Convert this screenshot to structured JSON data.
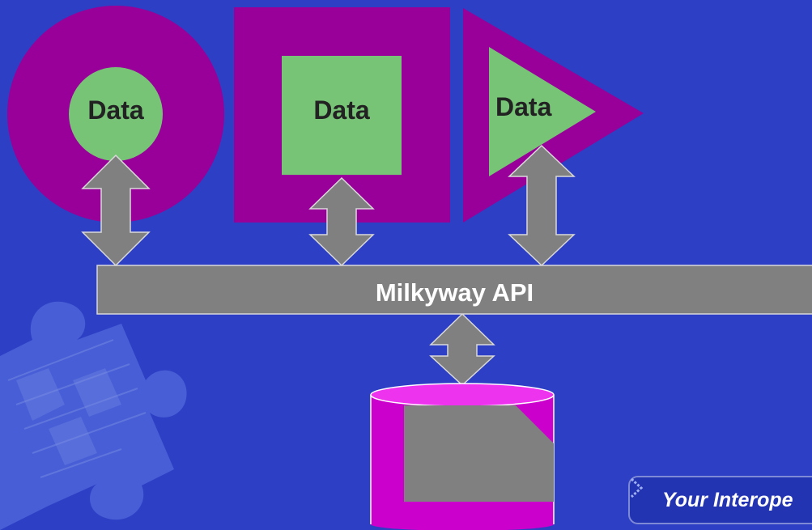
{
  "diagram": {
    "nodes": [
      {
        "id": "circle-source",
        "label": "Data"
      },
      {
        "id": "square-source",
        "label": "Data"
      },
      {
        "id": "triangle-source",
        "label": "Data"
      }
    ],
    "api": {
      "label": "Milkyway API"
    },
    "store": {
      "label": ""
    },
    "badge": {
      "text": "Your Interope"
    }
  },
  "colors": {
    "background": "#2d3fc4",
    "container": "#990099",
    "data": "#77c477",
    "connector": "#808080",
    "database": "#cc00cc"
  },
  "icons": [
    "puzzle-piece-icon",
    "chevron-right-icon"
  ]
}
